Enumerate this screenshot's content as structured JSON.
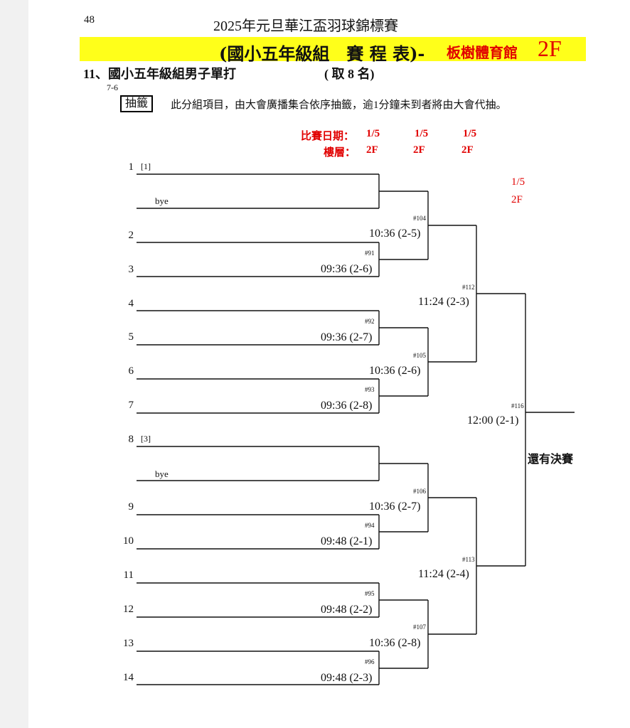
{
  "header": {
    "page_number": "48",
    "title": "2025年元旦華江盃羽球錦標賽",
    "banner_title": "(國小五年級組　賽 程 表)-",
    "banner_venue": "板樹體育館",
    "banner_floor": "2F",
    "highlight_color": "#ffff1a",
    "accent_color": "#e10000"
  },
  "event": {
    "title": "11、國小五年級組男子單打",
    "quota": "( 取 8 名)",
    "code": "7-6",
    "draw_label": "抽籤",
    "draw_note": "此分組項目，由大會廣播集合依序抽籤，逾1分鐘未到者將由大會代抽。"
  },
  "schedule": {
    "date_label": "比賽日期：",
    "floor_label": "樓層：",
    "rounds": [
      {
        "date": "1/5",
        "floor": "2F"
      },
      {
        "date": "1/5",
        "floor": "2F"
      },
      {
        "date": "1/5",
        "floor": "2F"
      }
    ],
    "final_date": "1/5",
    "final_floor": "2F"
  },
  "players": [
    {
      "num": "1",
      "seed": "[1]"
    },
    {
      "num": "",
      "bye": "bye"
    },
    {
      "num": "2"
    },
    {
      "num": "3"
    },
    {
      "num": "4"
    },
    {
      "num": "5"
    },
    {
      "num": "6"
    },
    {
      "num": "7"
    },
    {
      "num": "8",
      "seed": "[3]"
    },
    {
      "num": "",
      "bye": "bye"
    },
    {
      "num": "9"
    },
    {
      "num": "10"
    },
    {
      "num": "11"
    },
    {
      "num": "12"
    },
    {
      "num": "13"
    },
    {
      "num": "14"
    }
  ],
  "matches": [
    {
      "code": "#91",
      "time": "09:36 (2-6)"
    },
    {
      "code": "#92",
      "time": "09:36 (2-7)"
    },
    {
      "code": "#93",
      "time": "09:36 (2-8)"
    },
    {
      "code": "#94",
      "time": "09:48 (2-1)"
    },
    {
      "code": "#95",
      "time": "09:48 (2-2)"
    },
    {
      "code": "#96",
      "time": "09:48 (2-3)"
    },
    {
      "code": "#104",
      "time": "10:36 (2-5)"
    },
    {
      "code": "#105",
      "time": "10:36 (2-6)"
    },
    {
      "code": "#106",
      "time": "10:36 (2-7)"
    },
    {
      "code": "#107",
      "time": "10:36 (2-8)"
    },
    {
      "code": "#112",
      "time": "11:24 (2-3)"
    },
    {
      "code": "#113",
      "time": "11:24 (2-4)"
    },
    {
      "code": "#116",
      "time": "12:00 (2-1)"
    }
  ],
  "final_note": "還有決賽"
}
